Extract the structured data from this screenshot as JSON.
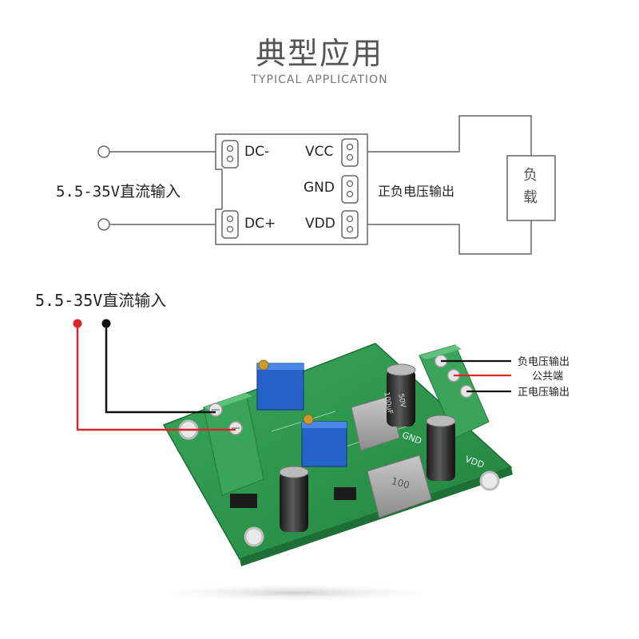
{
  "header": {
    "title_zh": "典型应用",
    "title_en": "TYPICAL APPLICATION"
  },
  "schematic": {
    "input_label": "5.5-35V直流输入",
    "pin_dc_minus": "DC-",
    "pin_dc_plus": "DC+",
    "pin_vcc": "VCC",
    "pin_gnd": "GND",
    "pin_vdd": "VDD",
    "output_label": "正负电压输出",
    "load_label": "负载"
  },
  "photo": {
    "input_label": "5.5-35V直流输入",
    "neg_output_label": "负电压输出",
    "common_label": "公共端",
    "pos_output_label": "正电压输出",
    "board_gnd": "GND",
    "board_vdd": "VDD",
    "inductor_label": "100",
    "cap_label_1": "100uF",
    "cap_label_2": "50V"
  },
  "colors": {
    "wire_red": "#d8262b",
    "wire_black": "#111111",
    "pcb_green": "#2e9a4f",
    "terminal_green": "#3aa55a",
    "trimmer_blue": "#2563c9"
  }
}
